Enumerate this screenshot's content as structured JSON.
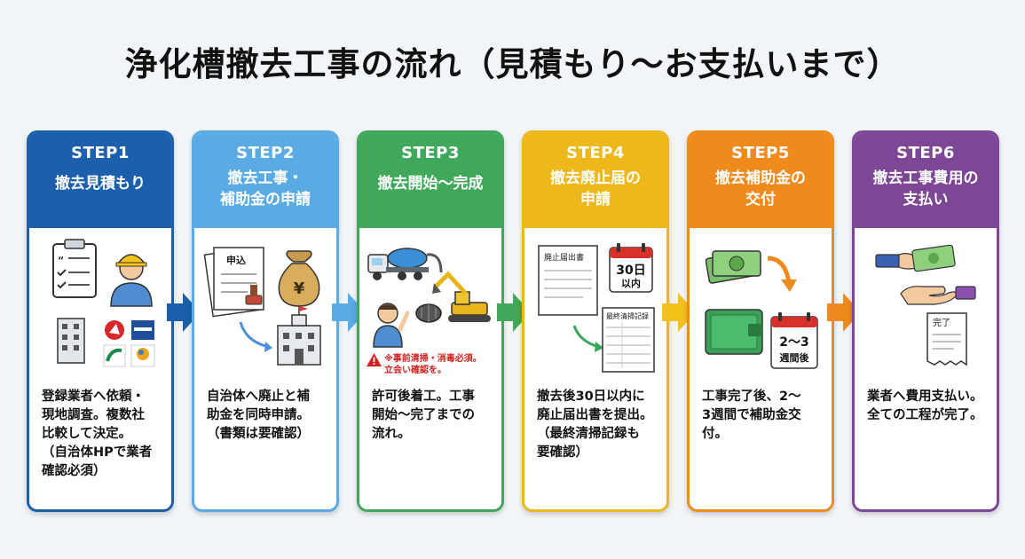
{
  "title": "浄化槽撤去工事の流れ（見積もり〜お支払いまで）",
  "colors": {
    "step1": "#1b5fad",
    "step2": "#5aabe3",
    "step3": "#40a85a",
    "step4": "#eeb71a",
    "step5": "#ef8a1c",
    "step6": "#7d4796"
  },
  "steps": [
    {
      "step": "STEP1",
      "title": "撤去見積もり",
      "desc": "登録業者へ依頼・\n現地調査。複数社\n比較して決定。\n（自治体HPで業者\n確認必須）"
    },
    {
      "step": "STEP2",
      "title": "撤去工事・\n補助金の申請",
      "desc": "自治体へ廃止と補\n助金を同時申請。\n（書類は要確認）"
    },
    {
      "step": "STEP3",
      "title": "撤去開始〜完成",
      "desc": "許可後着工。工事\n開始〜完了までの\n流れ。"
    },
    {
      "step": "STEP4",
      "title": "撤去廃止届の\n申請",
      "desc": "撤去後30日以内に\n廃止届出書を提出。\n（最終清掃記録も\n要確認）"
    },
    {
      "step": "STEP5",
      "title": "撤去補助金の\n交付",
      "desc": "工事完了後、2〜\n3週間で補助金交\n付。"
    },
    {
      "step": "STEP6",
      "title": "撤去工事費用の\n支払い",
      "desc": "業者へ費用支払い。\n全ての工程が完了。"
    }
  ],
  "labels": {
    "application": "申込",
    "yen": "¥",
    "abolition_form": "廃止届出書",
    "days30_a": "30日",
    "days30_b": "以内",
    "cleaning_record": "最終清掃記録",
    "weeks_a": "2〜3",
    "weeks_b": "週間後",
    "complete": "完了",
    "warning": "※事前清掃・消毒必須。\n立会い確認を。"
  }
}
